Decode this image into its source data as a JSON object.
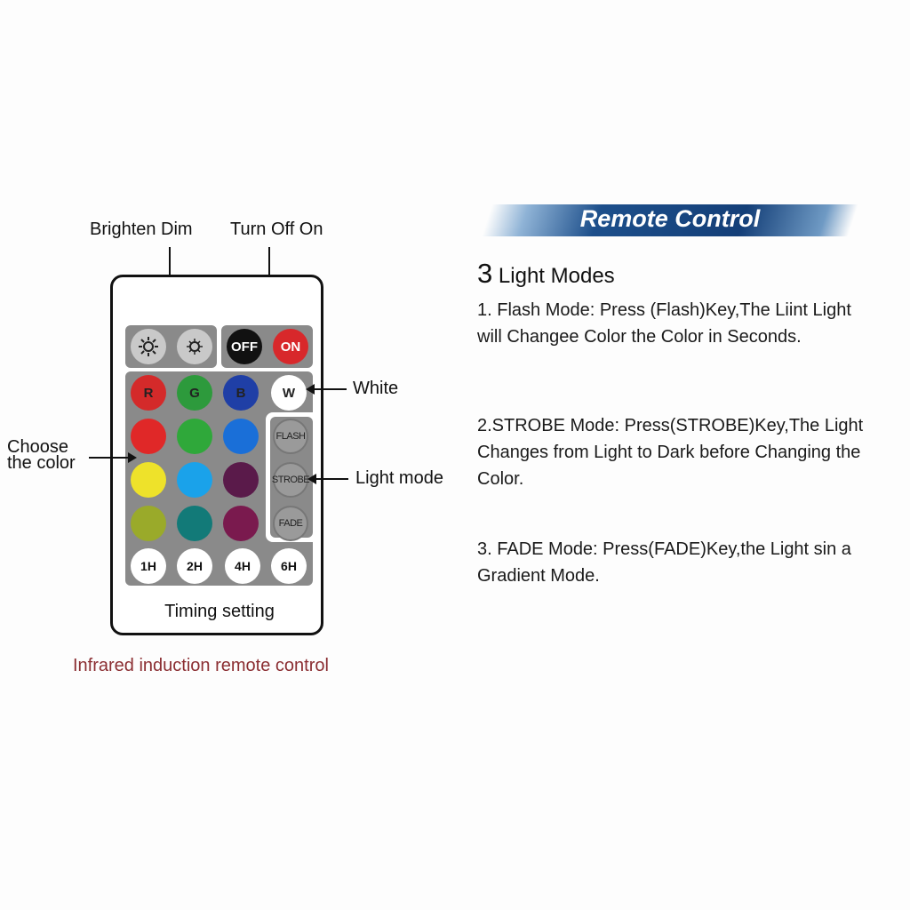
{
  "labels": {
    "brighten_dim": "Brighten Dim",
    "turn_off_on": "Turn Off On",
    "white": "White",
    "choose_the_color_line1": "Choose",
    "choose_the_color_line2": "the color",
    "light_mode": "Light mode",
    "timing_setting": "Timing setting",
    "caption": "Infrared induction remote control"
  },
  "remote": {
    "brightness_icons": [
      "sun-bright-icon",
      "sun-dim-icon"
    ],
    "power": [
      {
        "label": "OFF",
        "color": "#111111"
      },
      {
        "label": "ON",
        "color": "#d8282b"
      }
    ],
    "rgbw": [
      {
        "label": "R",
        "color": "#d42a2a"
      },
      {
        "label": "G",
        "color": "#2d9a3c"
      },
      {
        "label": "B",
        "color": "#1f3fa6"
      },
      {
        "label": "W",
        "color": "#ffffff"
      }
    ],
    "color_grid": [
      [
        "#e02828",
        "#2fa83a",
        "#1a6fd8"
      ],
      [
        "#eee22a",
        "#1aa2ea",
        "#5a1a4a"
      ],
      [
        "#9aaa2a",
        "#127a78",
        "#7a1a4e"
      ]
    ],
    "modes": [
      "FLASH",
      "STROBE",
      "FADE"
    ],
    "timers": [
      "1H",
      "2H",
      "4H",
      "6H"
    ]
  },
  "info": {
    "banner_title": "Remote Control",
    "modes_title_num": "3",
    "modes_title_text": "Light Modes",
    "descriptions": [
      "1. Flash Mode: Press (Flash)Key,The Liint Light will  Changee Color the Color in Seconds.",
      "2.STROBE Mode: Press(STROBE)Key,The Light Changes from Light to Dark before Changing the Color.",
      "3. FADE Mode: Press(FADE)Key,the Light sin a Gradient Mode."
    ]
  }
}
